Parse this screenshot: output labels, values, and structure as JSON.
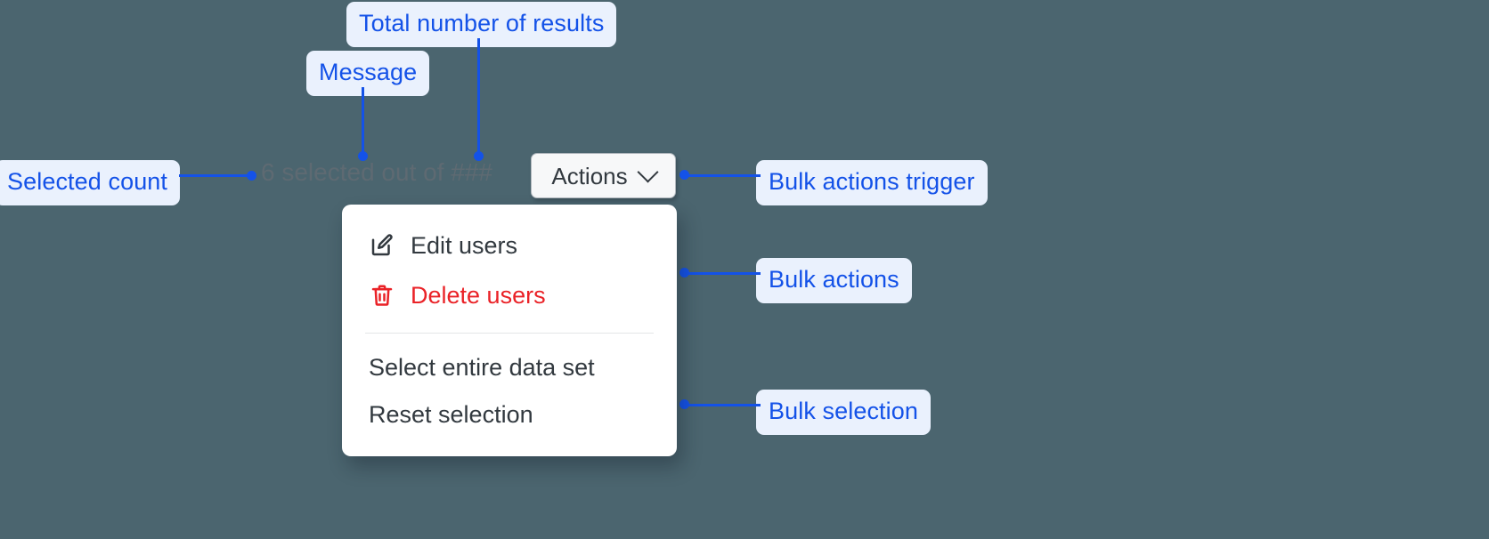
{
  "theme": {
    "background": "#4b656f",
    "callout_bg": "#eaf1fd",
    "callout_fg": "#1452e8",
    "leader": "#1452e8",
    "menu_bg": "#ffffff",
    "menu_text": "#32393f",
    "danger": "#ea2227",
    "message_text": "#5e6a72",
    "button_bg": "#f7f8f9",
    "button_border": "#b0b7bd",
    "separator": "#e3e6e8"
  },
  "annotations": [
    {
      "id": "total-results",
      "label": "Total number of results"
    },
    {
      "id": "message",
      "label": "Message"
    },
    {
      "id": "selected-count",
      "label": "Selected count"
    },
    {
      "id": "bulk-actions-trigger",
      "label": "Bulk actions trigger"
    },
    {
      "id": "bulk-actions",
      "label": "Bulk actions"
    },
    {
      "id": "bulk-selection",
      "label": "Bulk selection"
    }
  ],
  "selection": {
    "count": "6",
    "total_placeholder": "###",
    "message": "6 selected out of ###"
  },
  "actions_button": {
    "label": "Actions",
    "chevron_icon": "chevron-down-icon"
  },
  "actions_menu": {
    "groups": [
      {
        "name": "bulk-actions",
        "items": [
          {
            "label": "Edit users",
            "icon": "edit-pencil-icon",
            "danger": false
          },
          {
            "label": "Delete users",
            "icon": "trash-icon",
            "danger": true
          }
        ]
      },
      {
        "name": "bulk-selection",
        "items": [
          {
            "label": "Select entire data set",
            "icon": null,
            "danger": false
          },
          {
            "label": "Reset selection",
            "icon": null,
            "danger": false
          }
        ]
      }
    ]
  }
}
